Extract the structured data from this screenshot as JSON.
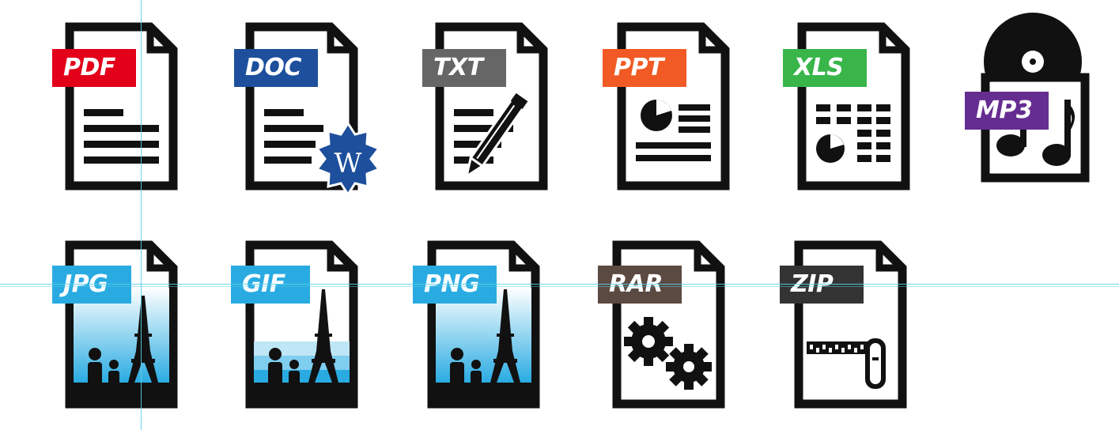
{
  "icons": {
    "pdf": {
      "label": "PDF",
      "color": "#e2001a"
    },
    "doc": {
      "label": "DOC",
      "color": "#1d4f9c"
    },
    "txt": {
      "label": "TXT",
      "color": "#666666"
    },
    "ppt": {
      "label": "PPT",
      "color": "#f15a24"
    },
    "xls": {
      "label": "XLS",
      "color": "#39b54a"
    },
    "mp3": {
      "label": "MP3",
      "color": "#662d91"
    },
    "jpg": {
      "label": "JPG",
      "color": "#29abe2"
    },
    "gif": {
      "label": "GIF",
      "color": "#29abe2"
    },
    "png": {
      "label": "PNG",
      "color": "#29abe2"
    },
    "rar": {
      "label": "RAR",
      "color": "#5b4a42"
    },
    "zip": {
      "label": "ZIP",
      "color": "#333333"
    }
  },
  "doc_seal_letter": "W",
  "ink_color": "#111111"
}
